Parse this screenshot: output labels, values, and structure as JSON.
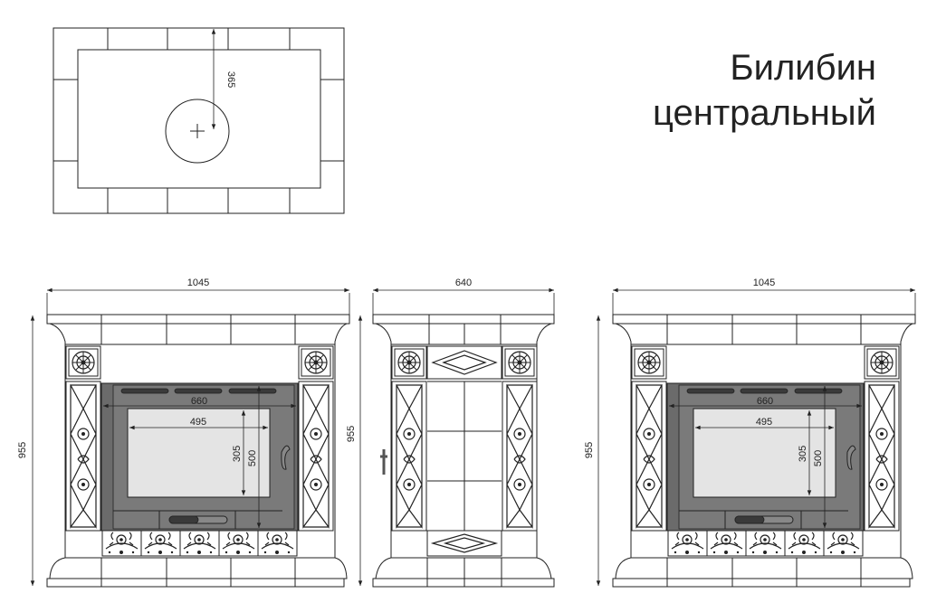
{
  "title": {
    "line1": "Билибин",
    "line2": "центральный"
  },
  "top_view": {
    "dim_depth": "365"
  },
  "front_view_left": {
    "width": "1045",
    "height": "955",
    "door_width": "660",
    "glass_width": "495",
    "glass_height": "305",
    "door_height": "500"
  },
  "side_view": {
    "width": "640",
    "height": "955"
  },
  "front_view_right": {
    "width": "1045",
    "height": "955",
    "door_width": "660",
    "glass_width": "495",
    "glass_height": "305",
    "door_height": "500"
  }
}
